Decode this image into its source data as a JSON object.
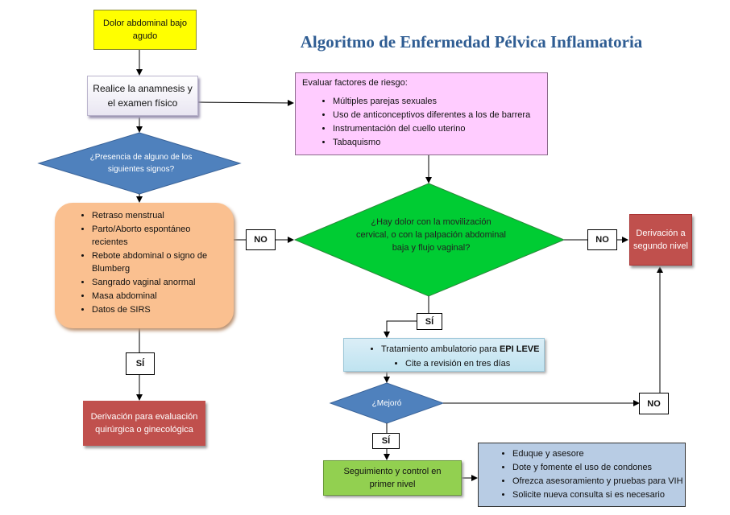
{
  "title": "Algoritmo de Enfermedad Pélvica Inflamatoria",
  "nodes": {
    "start": "Dolor abdominal bajo agudo",
    "anamnesis": "Realice la anamnesis y el examen físico",
    "risk_title": "Evaluar factores de riesgo:",
    "risk_items": [
      "Múltiples parejas sexuales",
      "Uso de anticonceptivos diferentes a los de barrera",
      "Instrumentación del cuello uterino",
      "Tabaquismo"
    ],
    "signs_question": "¿Presencia de alguno de los siguientes signos?",
    "signs_items": [
      "Retraso menstrual",
      "Parto/Aborto espontáneo recientes",
      "Rebote abdominal o signo de Blumberg",
      "Sangrado vaginal anormal",
      "Masa abdominal",
      "Datos de SIRS"
    ],
    "pain_question": "¿Hay dolor con la movilización cervical, o con la palpación abdominal baja y flujo vaginal?",
    "referral_second": "Derivación a segundo nivel",
    "referral_surgical": "Derivación para evaluación quirúrgica o ginecológica",
    "treatment_prefix": "Tratamiento ambulatorio para ",
    "treatment_bold": "EPI LEVE",
    "treatment_item2": "Cite a revisión en tres días",
    "improved_question": "¿Mejoró",
    "followup": "Seguimiento y control en primer nivel",
    "education_items": [
      "Eduque y asesore",
      "Dote y fomente el uso de condones",
      "Ofrezca asesoramiento y pruebas para VIH",
      "Solicite nueva consulta si es necesario"
    ]
  },
  "labels": {
    "no": "NO",
    "si": "SÍ"
  },
  "colors": {
    "title": "#2f5d93",
    "start": "#ffff00",
    "risk": "#ffccff",
    "signs": "#fac090",
    "diamond_blue": "#4f81bd",
    "diamond_green": "#00cc33",
    "referral": "#c0504d",
    "followup": "#92d050",
    "education": "#b8cce4"
  }
}
